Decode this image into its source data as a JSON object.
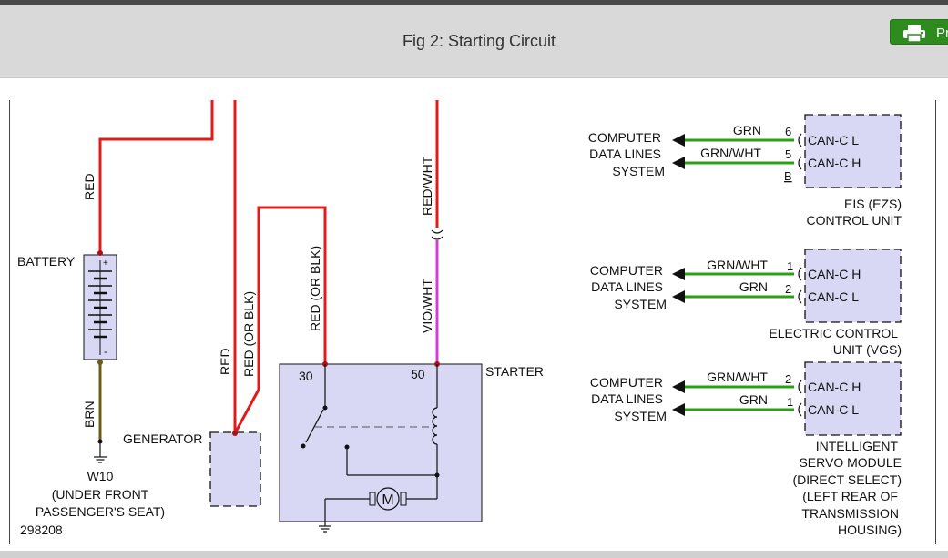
{
  "header": {
    "title": "Fig 2: Starting Circuit",
    "print_label": "Pr"
  },
  "colors": {
    "red_wire": "#e01b1b",
    "green_wire": "#2aa016",
    "violet_wire": "#d23fd0",
    "brown_wire": "#6b5c12",
    "component_fill": "#d8d8f4",
    "header_bg": "#d9d9d9",
    "print_button": "#2e8b1e"
  },
  "diagram": {
    "figure_id": "298208",
    "battery": {
      "label": "BATTERY",
      "plus": "+",
      "minus": "-",
      "top_wire": "RED",
      "bottom_wire": "BRN"
    },
    "ground_w10": {
      "id": "W10",
      "location_lines": [
        "(UNDER FRONT",
        "PASSENGER'S SEAT)"
      ]
    },
    "generator": {
      "label": "GENERATOR",
      "wire_red": "RED",
      "wire_red_or_blk": "RED  (OR BLK)"
    },
    "starter": {
      "label": "STARTER",
      "pin_30": "30",
      "pin_50": "50",
      "motor": "M",
      "wire_30": "RED  (OR BLK)",
      "wire_50_upper": "RED/WHT",
      "wire_50_lower": "VIO/WHT"
    },
    "modules": [
      {
        "name_lines": [
          "EIS (EZS)",
          "CONTROL UNIT"
        ],
        "dest_lines": [
          "COMPUTER",
          "DATA LINES",
          "SYSTEM"
        ],
        "pins": [
          {
            "pin": "6",
            "color": "GRN",
            "signal": "CAN-C L"
          },
          {
            "pin": "5",
            "color": "GRN/WHT",
            "signal": "CAN-C H"
          }
        ],
        "connector": "B"
      },
      {
        "name_lines": [
          "ELECTRIC CONTROL",
          "UNIT (VGS)"
        ],
        "dest_lines": [
          "COMPUTER",
          "DATA LINES",
          "SYSTEM"
        ],
        "pins": [
          {
            "pin": "1",
            "color": "GRN/WHT",
            "signal": "CAN-C H"
          },
          {
            "pin": "2",
            "color": "GRN",
            "signal": "CAN-C L"
          }
        ]
      },
      {
        "name_lines": [
          "INTELLIGENT",
          "SERVO MODULE",
          "(DIRECT SELECT)",
          "(LEFT REAR OF",
          "TRANSMISSION",
          "HOUSING)"
        ],
        "dest_lines": [
          "COMPUTER",
          "DATA LINES",
          "SYSTEM"
        ],
        "pins": [
          {
            "pin": "2",
            "color": "GRN/WHT",
            "signal": "CAN-C H"
          },
          {
            "pin": "1",
            "color": "GRN",
            "signal": "CAN-C L"
          }
        ]
      }
    ]
  }
}
